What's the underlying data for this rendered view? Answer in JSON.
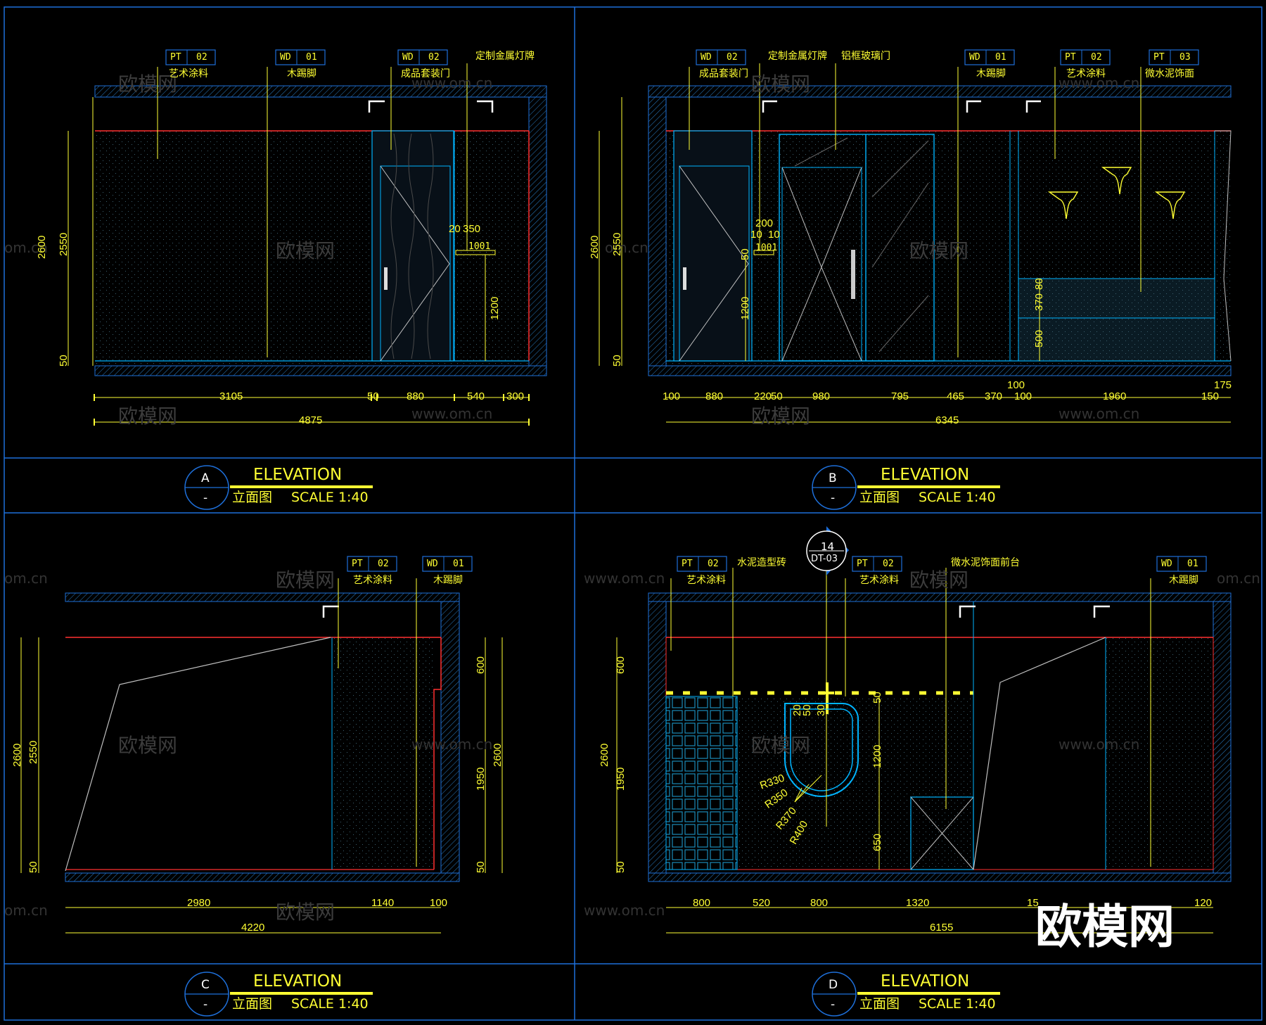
{
  "panels": {
    "a": {
      "tags": [
        {
          "code": "PT",
          "num": "02",
          "label": "艺术涂料"
        },
        {
          "code": "WD",
          "num": "01",
          "label": "木踢脚"
        },
        {
          "code": "WD",
          "num": "02",
          "label": "成品套装门"
        }
      ],
      "extra_note": "定制金属灯牌",
      "dims_bottom": [
        "3105",
        "50",
        "880",
        "540",
        "300"
      ],
      "dim_total": "4875",
      "dims_left": [
        "2600",
        "2550",
        "50"
      ],
      "dims_inner": [
        "20",
        "350",
        "1001",
        "1200"
      ],
      "letter": "A",
      "dash": "-",
      "title": "ELEVATION",
      "subtitle": "立面图",
      "scale": "SCALE 1:40"
    },
    "b": {
      "tags": [
        {
          "code": "WD",
          "num": "02",
          "label": "成品套装门"
        },
        {
          "code": "WD",
          "num": "01",
          "label": "木踢脚"
        },
        {
          "code": "PT",
          "num": "02",
          "label": "艺术涂料"
        },
        {
          "code": "PT",
          "num": "03",
          "label": "微水泥饰面"
        }
      ],
      "notes": [
        "定制金属灯牌",
        "铝框玻璃门"
      ],
      "dims_bottom": [
        "100",
        "880",
        "220",
        "50",
        "980",
        "795",
        "465",
        "370",
        "100",
        "1960",
        "150"
      ],
      "dims_top_small": [
        "100",
        "175"
      ],
      "dim_total": "6345",
      "dims_left": [
        "2600",
        "2550",
        "50"
      ],
      "dims_inner": [
        "200",
        "10",
        "10",
        "50",
        "1001",
        "1200",
        "80",
        "370",
        "500"
      ],
      "letter": "B",
      "dash": "-",
      "title": "ELEVATION",
      "subtitle": "立面图",
      "scale": "SCALE 1:40"
    },
    "c": {
      "tags": [
        {
          "code": "PT",
          "num": "02",
          "label": "艺术涂料"
        },
        {
          "code": "WD",
          "num": "01",
          "label": "木踢脚"
        }
      ],
      "dims_bottom": [
        "2980",
        "1140",
        "100"
      ],
      "dim_total": "4220",
      "dims_left": [
        "2600",
        "2550",
        "50"
      ],
      "dims_right": [
        "600",
        "1950",
        "2600",
        "50"
      ],
      "letter": "C",
      "dash": "-",
      "title": "ELEVATION",
      "subtitle": "立面图",
      "scale": "SCALE 1:40"
    },
    "d": {
      "tags": [
        {
          "code": "PT",
          "num": "02",
          "label": "艺术涂料"
        },
        {
          "code": "PT",
          "num": "02",
          "label": "艺术涂料"
        },
        {
          "code": "WD",
          "num": "01",
          "label": "木踢脚"
        }
      ],
      "notes": [
        "水泥造型砖",
        "微水泥饰面前台"
      ],
      "detail_num": "14",
      "detail_ref": "DT-03",
      "dims_bottom": [
        "800",
        "520",
        "800",
        "1320",
        "15",
        "120"
      ],
      "dim_total": "6155",
      "dims_left": [
        "600",
        "2600",
        "1950",
        "50"
      ],
      "dims_inner": [
        "20",
        "50",
        "30",
        "50",
        "1200",
        "650"
      ],
      "radii": [
        "R330",
        "R350",
        "R370",
        "R400"
      ],
      "letter": "D",
      "dash": "-",
      "title": "ELEVATION",
      "subtitle": "立面图",
      "scale": "SCALE 1:40"
    }
  },
  "watermark": {
    "text": "欧模网",
    "url": "www.om.cn",
    "url_short": "om.cn"
  },
  "logo": "欧模网",
  "colors": {
    "frame": "#1e6fd9",
    "wall": "#00b4ff",
    "dim": "#ffff33",
    "red": "#ff3030",
    "grey": "#c0c0c0"
  }
}
